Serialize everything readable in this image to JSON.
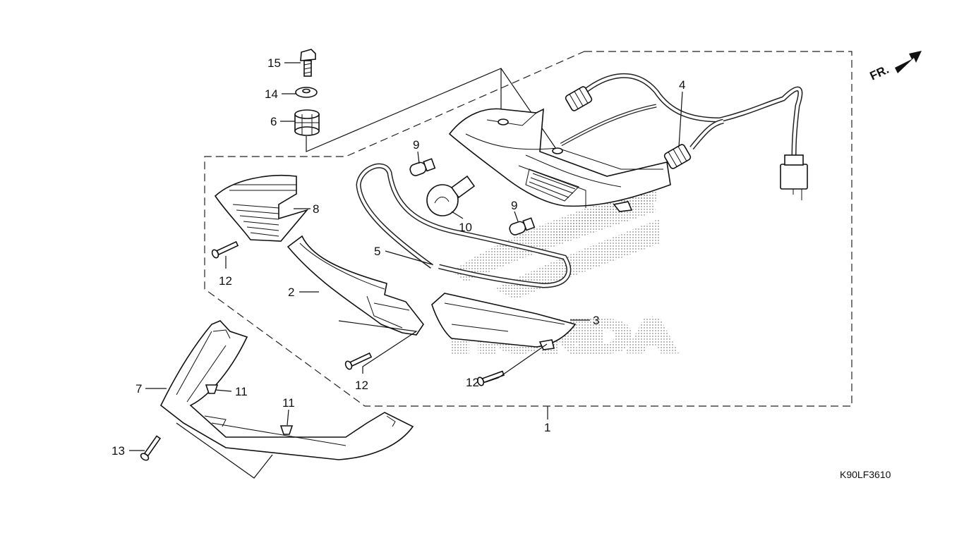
{
  "diagram": {
    "drawing_code": "K90LF3610",
    "direction_label": "FR.",
    "watermark_brand": "HONDA",
    "callouts": [
      {
        "id": "c15",
        "label": "15"
      },
      {
        "id": "c14",
        "label": "14"
      },
      {
        "id": "c6",
        "label": "6"
      },
      {
        "id": "c9a",
        "label": "9"
      },
      {
        "id": "c9b",
        "label": "9"
      },
      {
        "id": "c10",
        "label": "10"
      },
      {
        "id": "c4",
        "label": "4"
      },
      {
        "id": "c8",
        "label": "8"
      },
      {
        "id": "c5",
        "label": "5"
      },
      {
        "id": "c12a",
        "label": "12"
      },
      {
        "id": "c2",
        "label": "2"
      },
      {
        "id": "c3",
        "label": "3"
      },
      {
        "id": "c12b",
        "label": "12"
      },
      {
        "id": "c12c",
        "label": "12"
      },
      {
        "id": "c7",
        "label": "7"
      },
      {
        "id": "c11a",
        "label": "11"
      },
      {
        "id": "c11b",
        "label": "11"
      },
      {
        "id": "c1",
        "label": "1"
      },
      {
        "id": "c13",
        "label": "13"
      }
    ]
  }
}
